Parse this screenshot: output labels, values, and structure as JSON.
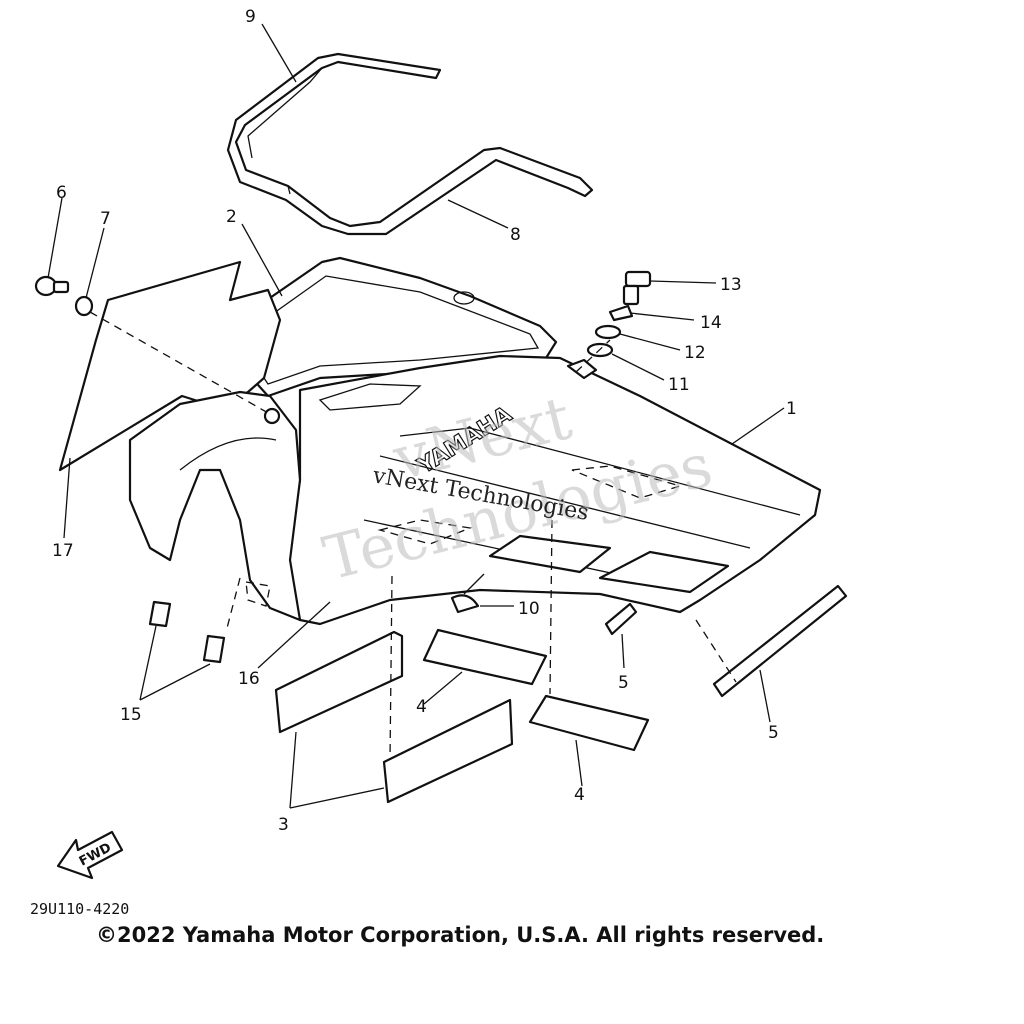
{
  "callouts": [
    "9",
    "8",
    "6",
    "7",
    "2",
    "13",
    "14",
    "12",
    "11",
    "1",
    "17",
    "10",
    "16",
    "15",
    "4",
    "5",
    "5",
    "4",
    "3"
  ],
  "brand_mark": "YAMAHA",
  "watermark": {
    "line1": "vNext",
    "line2": "Technologies",
    "small": "vNext Technologies"
  },
  "direction_label": "FWD",
  "drawing_code": "29U110-4220",
  "copyright": "©2022 Yamaha Motor Corporation, U.S.A. All rights reserved."
}
